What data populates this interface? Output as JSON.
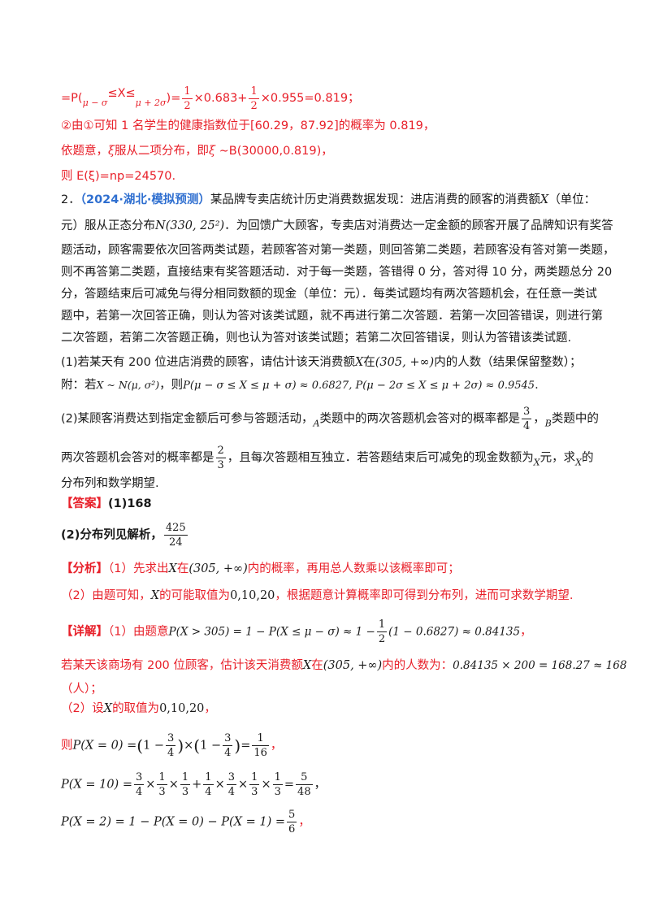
{
  "prev": {
    "l1_a": "=P(",
    "l1_b": "μ − σ",
    "l1_c": "≤X≤",
    "l1_d": "μ + 2σ",
    "l1_e": ")=",
    "l1_f": "×0.683+",
    "l1_g": "×0.955=0.819；",
    "half_n": "1",
    "half_d": "2",
    "l2": "②由①可知 1 名学生的健康指数位于[60.29，87.92]的概率为 0.819，",
    "l3_a": "依题意，",
    "l3_b": "ξ",
    "l3_c": "服从二项分布，即",
    "l3_d": "ξ ∼",
    "l3_e": "B(30000,0.819)，",
    "l4": "则 E(ξ)=np=24570."
  },
  "problem": {
    "number": "2．",
    "source": "（2024·湖北·模拟预测）",
    "l1_a": "某品牌专卖店统计历史消费数据发现：进店消费的顾客的消费额",
    "l1_x": "X",
    "l1_b": "（单位：",
    "l2_a": "元）服从正态分布",
    "l2_math": "N(330, 25²)",
    "l2_b": "．为回馈广大顾客，专卖店对消费达一定金额的顾客开展了品牌知识有奖答",
    "l3": "题活动，顾客需要依次回答两类试题，若顾客答对第一类题，则回答第二类题，若顾客没有答对第一类题，",
    "l4": "则不再答第二类题，直接结束有奖答题活动．对于每一类题，答错得 0 分，答对得 10 分，两类题总分 20",
    "l5": "分，答题结束后可减免与得分相同数额的现金（单位：元）．每类试题均有两次答题机会，在任意一类试",
    "l6": "题中，若第一次回答正确，则认为答对该类试题，就不再进行第二次答题．若第一次回答错误，则进行第",
    "l7": "二次答题，若第二次答题正确，则也认为答对该类试题；若第二次回答错误，则认为答错该类试题.",
    "q1_a": "(1)若某天有 200 位进店消费的顾客，请估计该天消费额",
    "q1_x": "X",
    "q1_b": "在",
    "q1_int": "(305, +∞)",
    "q1_c": "内的人数（结果保留整数）；",
    "q1_note_a": "附：若",
    "q1_note_b": "X ∼ N(μ, σ²)",
    "q1_note_c": "，则",
    "q1_note_d": "P(μ − σ ≤ X ≤ μ + σ) ≈ 0.6827, P(μ − 2σ ≤ X ≤ μ + 2σ) ≈ 0.9545",
    "q1_note_e": ".",
    "q2_a": "(2)某顾客消费达到指定金额后可参与答题活动，",
    "q2_A": "A",
    "q2_b": "类题中的两次答题机会答对的概率都是",
    "q2_p1_n": "3",
    "q2_p1_d": "4",
    "q2_c": "，",
    "q2_B": "B",
    "q2_d": "类题中的",
    "q2_e": "两次答题机会答对的概率都是",
    "q2_p2_n": "2",
    "q2_p2_d": "3",
    "q2_f": "，且每次答题相互独立．若答题结束后可减免的现金数额为",
    "q2_x1": "X",
    "q2_g": "元，求",
    "q2_x2": "X",
    "q2_h": "的",
    "q2_i": "分布列和数学期望."
  },
  "answer": {
    "label": "【答案】",
    "a1": "(1)168",
    "a2": "(2)分布列见解析，",
    "exp_n": "425",
    "exp_d": "24"
  },
  "analysis": {
    "label": "【分析】",
    "l1_a": "（1）先求出",
    "l1_x": "X",
    "l1_b": "在",
    "l1_int": "(305, +∞)",
    "l1_c": "内的概率，再用总人数乘以该概率即可；",
    "l2_a": "（2）由题可知，",
    "l2_x": "X",
    "l2_b": "的可能取值为",
    "l2_vals": "0,10,20",
    "l2_c": "，根据题意计算概率即可得到分布列，进而可求数学期望."
  },
  "detail": {
    "label": "【详解】",
    "l1_a": "（1）由题意",
    "l1_math_a": "P(X > 305) = 1 − P(X ≤ μ − σ) ≈ 1 −",
    "l1_half_n": "1",
    "l1_half_d": "2",
    "l1_math_b": "(1 − 0.6827) ≈ 0.84135",
    "l1_end": "，",
    "l2_a": "若某天该商场有 200 位顾客，估计该天消费额",
    "l2_x": "X",
    "l2_b": "在",
    "l2_int": "(305, +∞)",
    "l2_c": "内的人数为：",
    "l2_math": "0.84135 × 200 = 168.27 ≈ 168",
    "l3": "（人）；",
    "l4_a": "（2）设",
    "l4_x": "X",
    "l4_b": "的取值为",
    "l4_vals": "0,10,20",
    "l4_c": "，",
    "p0_a": "则",
    "p0_m": "P(X = 0) =",
    "p0_f1_n": "3",
    "p0_f1_d": "4",
    "p0_f2_n": "3",
    "p0_f2_d": "4",
    "p0_r_n": "1",
    "p0_r_d": "16",
    "p0_end": "，",
    "p10_m": "P(X = 10) =",
    "p10_t": [
      {
        "n": "3",
        "d": "4"
      },
      {
        "n": "1",
        "d": "3"
      },
      {
        "n": "1",
        "d": "3"
      },
      {
        "n": "1",
        "d": "4"
      },
      {
        "n": "3",
        "d": "4"
      },
      {
        "n": "1",
        "d": "3"
      },
      {
        "n": "1",
        "d": "3"
      },
      {
        "n": "5",
        "d": "48"
      }
    ],
    "p10_end": "，",
    "p2_m": "P(X = 2) = 1 − P(X = 0) − P(X = 1) =",
    "p2_r_n": "5",
    "p2_r_d": "6",
    "p2_end": "，"
  }
}
